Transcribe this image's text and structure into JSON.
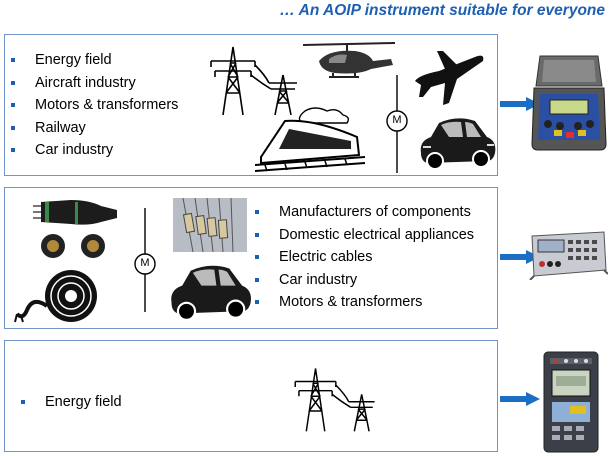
{
  "header": {
    "title": "… An AOIP instrument suitable for everyone"
  },
  "panel1": {
    "items": [
      "Energy field",
      "Aircraft industry",
      "Motors & transformers",
      "Railway",
      "Car industry"
    ],
    "motor_symbol": "M"
  },
  "panel2": {
    "items": [
      "Manufacturers of components",
      "Domestic electrical appliances",
      "Electric cables",
      "Car industry",
      "Motors & transformers"
    ],
    "motor_symbol": "M"
  },
  "panel3": {
    "items": [
      "Energy field"
    ]
  },
  "colors": {
    "accent": "#1f5fb0",
    "border": "#6f95c9",
    "arrow": "#1a6fc4"
  },
  "icons": [
    "power-pylon-icon",
    "helicopter-icon",
    "airplane-icon",
    "train-icon",
    "car-icon",
    "motor-symbol-icon",
    "connector-icon",
    "resistors-icon",
    "cable-coil-icon",
    "arrow-right-icon",
    "portable-tester-device",
    "bench-meter-device",
    "handheld-meter-device"
  ]
}
